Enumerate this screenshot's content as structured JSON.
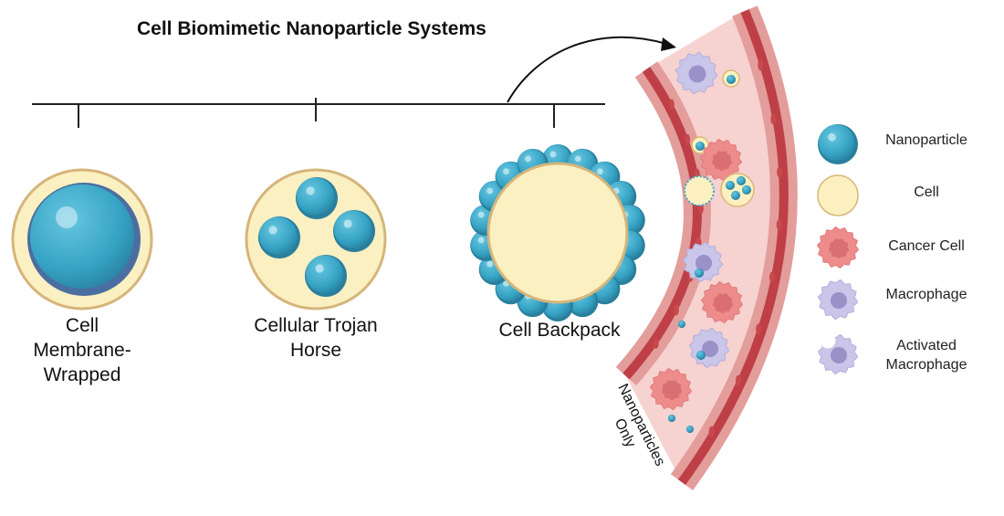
{
  "diagram": {
    "title": "Cell Biomimetic Nanoparticle Systems",
    "categories": [
      {
        "id": "membrane-wrapped",
        "label_lines": [
          "Cell",
          "Membrane-",
          "Wrapped"
        ]
      },
      {
        "id": "trojan-horse",
        "label_lines": [
          "Cellular Trojan",
          "Horse"
        ]
      },
      {
        "id": "backpack",
        "label_lines": [
          "Cell Backpack"
        ]
      }
    ],
    "vessel_label_lines": [
      "Nanoparticles",
      "Only"
    ],
    "legend": [
      {
        "id": "nanoparticle",
        "label_lines": [
          "Nanoparticle"
        ],
        "icon": "nanoparticle-icon"
      },
      {
        "id": "cell",
        "label_lines": [
          "Cell"
        ],
        "icon": "cell-icon"
      },
      {
        "id": "cancer-cell",
        "label_lines": [
          "Cancer Cell"
        ],
        "icon": "cancer-cell-icon"
      },
      {
        "id": "macrophage",
        "label_lines": [
          "Macrophage"
        ],
        "icon": "macrophage-icon"
      },
      {
        "id": "activated-macrophage",
        "label_lines": [
          "Activated",
          "Macrophage"
        ],
        "icon": "activated-macrophage-icon"
      }
    ],
    "colors": {
      "nanoparticle": "#3aa8c8",
      "nanoparticle_dark": "#2a7f9c",
      "cell": "#fcf0c0",
      "cell_border": "#d8b878",
      "cancer": "#ee8c8c",
      "cancer_core": "#d96f72",
      "macrophage": "#c9c6ea",
      "macrophage_core": "#9a91c9",
      "vessel_wall": "#c0444a",
      "vessel_lumen": "#f7d2d0"
    }
  }
}
